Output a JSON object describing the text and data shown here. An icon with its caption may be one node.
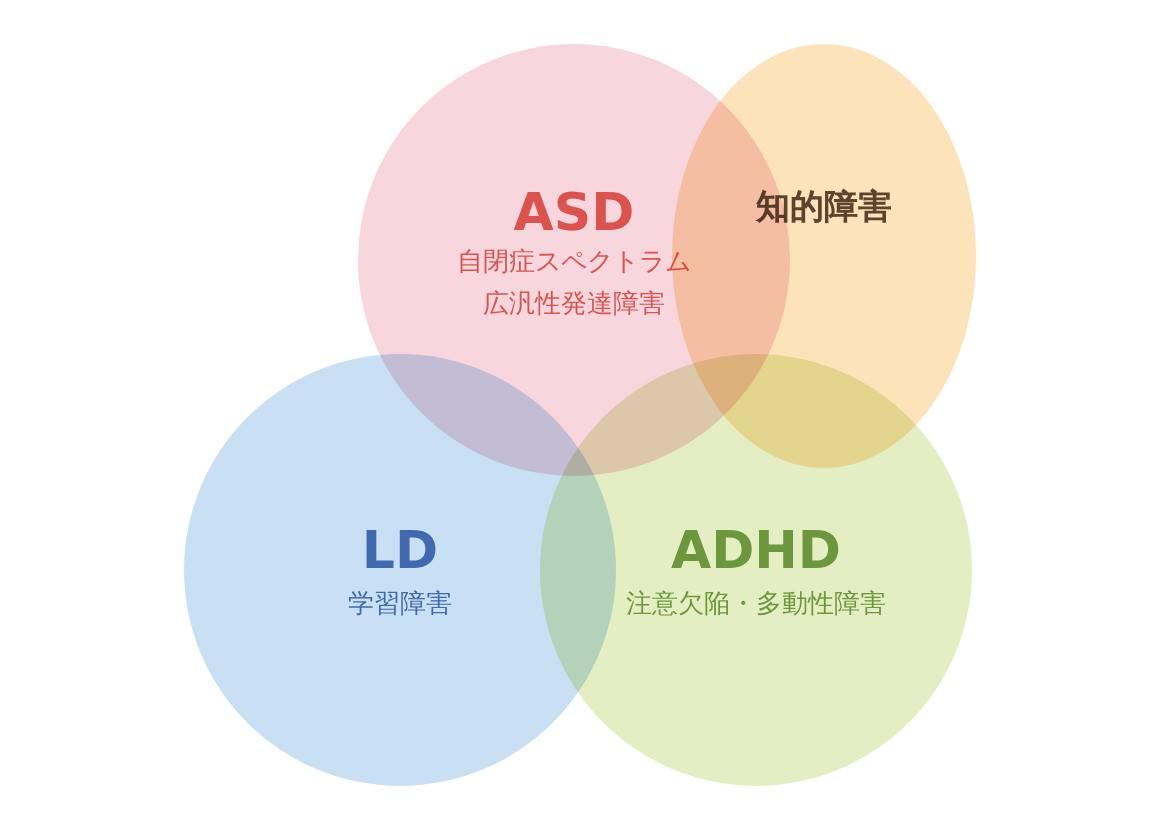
{
  "diagram": {
    "nodes": [
      {
        "text": [
          "ASD",
          "自閉症スペクトラム",
          "広汎性発達障害"
        ]
      },
      {
        "text": [
          "知的障害"
        ]
      },
      {
        "text": [
          "LD",
          "学習障害"
        ]
      },
      {
        "text": [
          "ADHD",
          "注意欠陥・多動性障害"
        ]
      }
    ]
  }
}
